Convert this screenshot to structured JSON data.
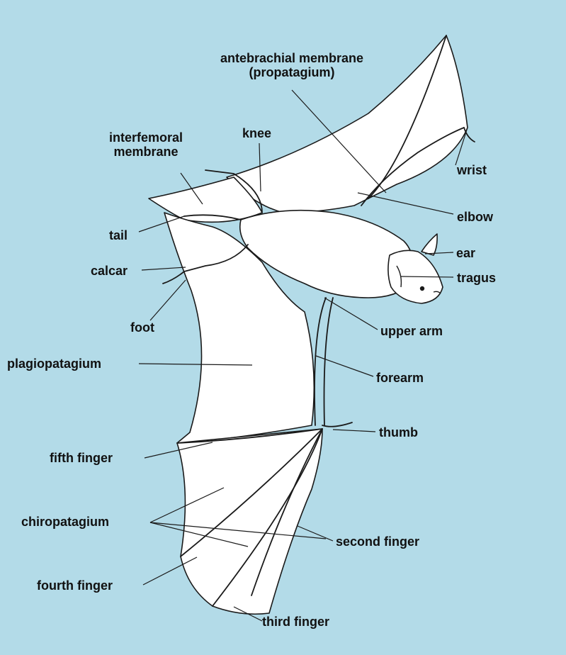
{
  "colors": {
    "background": "#b3dbe8",
    "membrane": "#ffffff",
    "line": "#1a1a1a"
  },
  "labels": {
    "antebrachial": "antebrachial membrane",
    "propatagium": "(propatagium)",
    "knee": "knee",
    "interfemoral_1": "interfemoral",
    "interfemoral_2": "membrane",
    "wrist": "wrist",
    "elbow": "elbow",
    "tail": "tail",
    "ear": "ear",
    "calcar": "calcar",
    "tragus": "tragus",
    "foot": "foot",
    "upper_arm": "upper arm",
    "plagiopatagium": "plagiopatagium",
    "forearm": "forearm",
    "thumb": "thumb",
    "fifth_finger": "fifth finger",
    "chiropatagium": "chiropatagium",
    "second_finger": "second finger",
    "fourth_finger": "fourth finger",
    "third_finger": "third finger"
  }
}
